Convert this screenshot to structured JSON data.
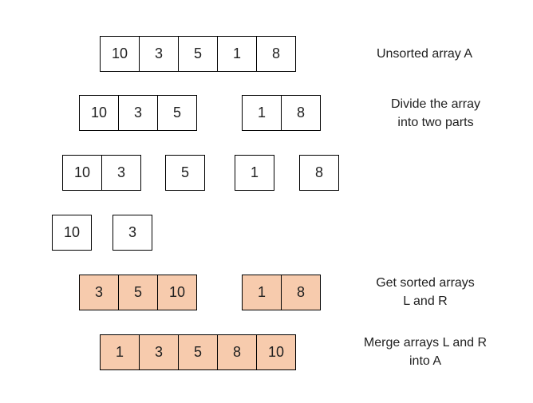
{
  "rows": {
    "r1": {
      "a": [
        "10",
        "3",
        "5",
        "1",
        "8"
      ]
    },
    "r2": {
      "a": [
        "10",
        "3",
        "5"
      ],
      "b": [
        "1",
        "8"
      ]
    },
    "r3": {
      "a": [
        "10",
        "3"
      ],
      "b": [
        "5"
      ],
      "c": [
        "1"
      ],
      "d": [
        "8"
      ]
    },
    "r4": {
      "a": [
        "10"
      ],
      "b": [
        "3"
      ]
    },
    "r5": {
      "a": [
        "3",
        "5",
        "10"
      ],
      "b": [
        "1",
        "8"
      ]
    },
    "r6": {
      "a": [
        "1",
        "3",
        "5",
        "8",
        "10"
      ]
    }
  },
  "notes": {
    "unsorted": "Unsorted array A",
    "divide_1": "Divide the array",
    "divide_2": "into two parts",
    "sorted_1": "Get sorted arrays",
    "sorted_2": "L and R",
    "merge_1": "Merge arrays L and R",
    "merge_2": "into A"
  },
  "colors": {
    "highlight": "#f7cbad",
    "border": "#000000"
  }
}
